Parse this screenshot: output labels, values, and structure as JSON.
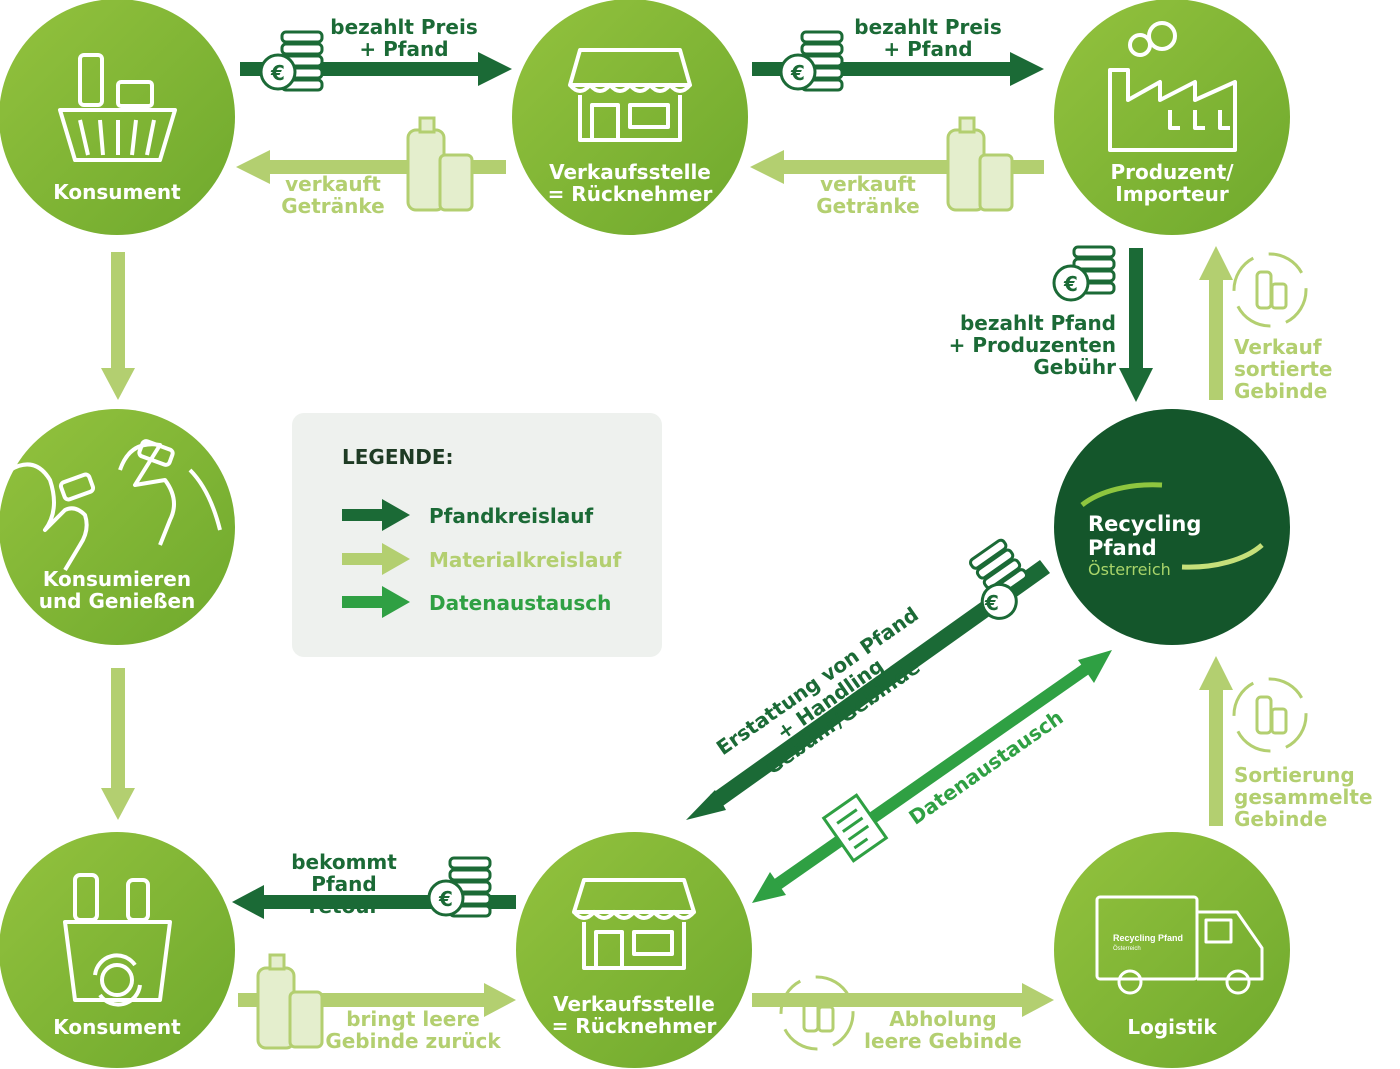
{
  "nodes": {
    "konsument_top": "Konsument",
    "verkauf_top": "Verkaufsstelle\n= Rücknehmer",
    "produzent": "Produzent/\nImporteur",
    "konsumieren": "Konsumieren\nund Genießen",
    "konsument_bottom": "Konsument",
    "verkauf_bottom": "Verkaufsstelle\n= Rücknehmer",
    "logistik": "Logistik",
    "recycling_title": "Recycling Pfand",
    "recycling_sub": "Österreich",
    "truck_logo_title": "Recycling Pfand",
    "truck_logo_sub": "Österreich"
  },
  "flows": {
    "pays_price_1": "bezahlt Preis\n+ Pfand",
    "pays_price_2": "bezahlt Preis\n+ Pfand",
    "sells_1": "verkauft\nGetränke",
    "sells_2": "verkauft\nGetränke",
    "pays_deposit": "bezahlt Pfand\n+ Produzenten\nGebühr",
    "sale_sorted": "Verkauf\nsortierte\nGebinde",
    "refund": "Erstattung von Pfand\n+ Handling Gebühr/Gebinde",
    "data_exchange": "Datenaustausch",
    "sorting": "Sortierung\ngesammelte\nGebinde",
    "gets_deposit": "bekommt\nPfand retour",
    "returns_empty": "bringt leere\nGebinde zurück",
    "pickup": "Abholung\nleere Gebinde"
  },
  "legend": {
    "title": "LEGENDE:",
    "deposit_cycle": "Pfandkreislauf",
    "material_cycle": "Materialkreislauf",
    "data_exchange": "Datenaustausch"
  },
  "colors": {
    "dark_green": "#1b6a36",
    "light_green": "#b3cf70",
    "mid_green": "#2fa043",
    "circle_light": "#a9c94a",
    "circle_dark": "#14562b"
  }
}
